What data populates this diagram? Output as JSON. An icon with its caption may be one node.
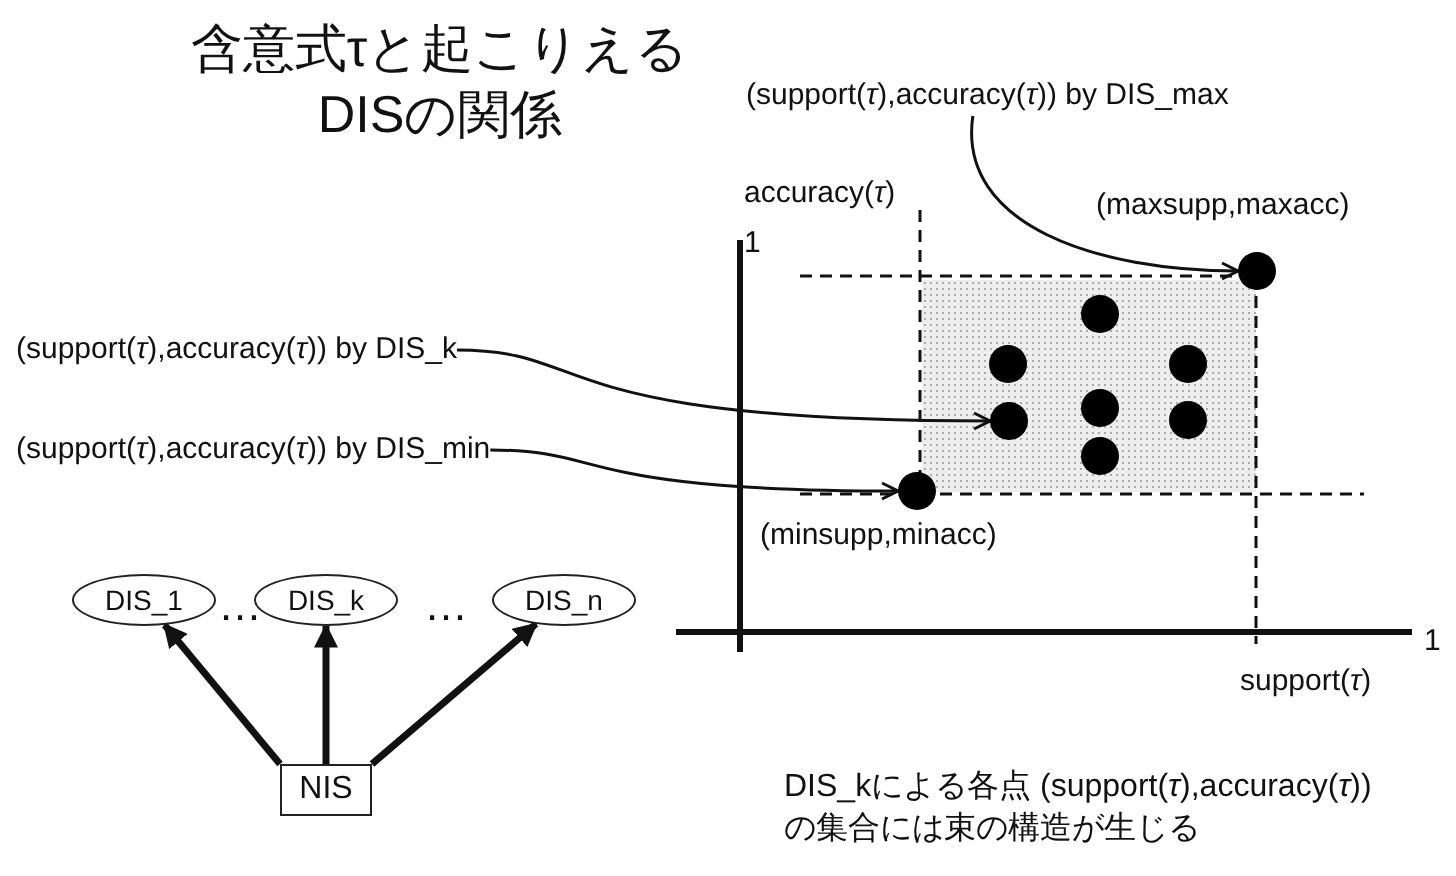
{
  "diagram": {
    "title": "含意式τと起こりえるDISの関係",
    "caption": "DIS_kによる各点 (support(*τ*),accuracy(*τ*))の集合には束の構造が生じる",
    "nodes": [
      {
        "text": [
          "(support(*τ*),accuracy(*τ*)) by DIS_max"
        ]
      },
      {
        "text": [
          "(support(*τ*),accuracy(*τ*)) by DIS_k"
        ]
      },
      {
        "text": [
          "(support(*τ*),accuracy(*τ*)) by DIS_min"
        ]
      },
      {
        "text": [],
        "shape": "circle",
        "beside": [
          "(maxsupp,maxacc)"
        ]
      },
      {
        "text": [],
        "shape": "circle"
      },
      {
        "text": [],
        "shape": "circle",
        "beside": [
          "(minsupp,minacc)"
        ]
      },
      {
        "text": [
          "DIS_1"
        ]
      },
      {
        "text": [
          "DIS_k"
        ]
      },
      {
        "text": [
          "DIS_n"
        ]
      },
      {
        "text": [
          "NIS"
        ]
      }
    ],
    "edges": [
      {
        "from": 0,
        "to": 3,
        "arrow": "to"
      },
      {
        "from": 1,
        "to": 4,
        "arrow": "to"
      },
      {
        "from": 2,
        "to": 5,
        "arrow": "to"
      },
      {
        "from": 9,
        "to": 6,
        "arrow": "to",
        "style": "thick"
      },
      {
        "from": 9,
        "to": 7,
        "arrow": "to",
        "style": "thick"
      },
      {
        "from": 9,
        "to": 8,
        "arrow": "to",
        "style": "thick"
      }
    ],
    "labels": [
      "accuracy(*τ*)",
      "1",
      "1",
      "support(*τ*)",
      "…",
      "…"
    ]
  }
}
